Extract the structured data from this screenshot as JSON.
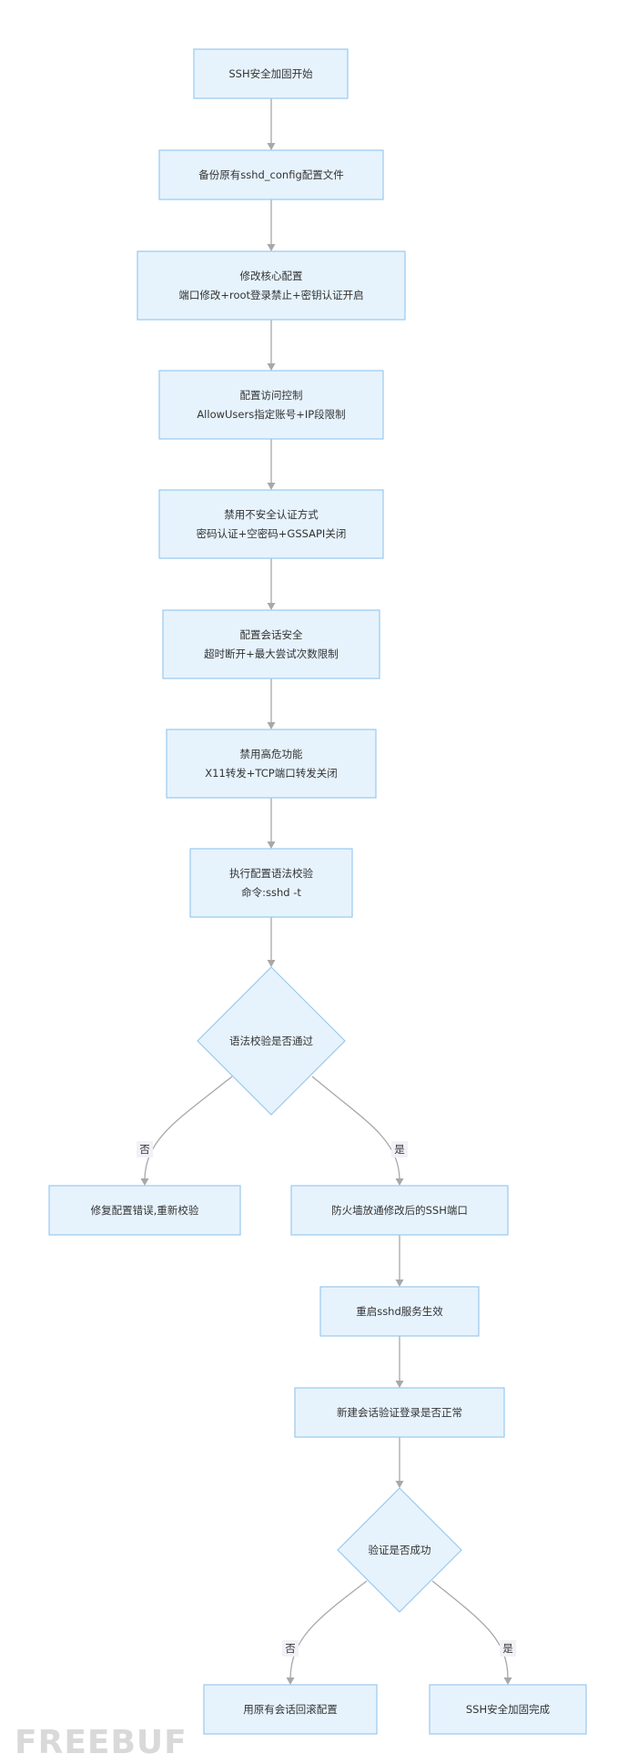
{
  "diagram": {
    "nodes": [
      {
        "id": "start",
        "lines": [
          "SSH安全加固开始"
        ]
      },
      {
        "id": "backup",
        "lines": [
          "备份原有sshd_config配置文件"
        ]
      },
      {
        "id": "core",
        "lines": [
          "修改核心配置",
          "端口修改+root登录禁止+密钥认证开启"
        ]
      },
      {
        "id": "access",
        "lines": [
          "配置访问控制",
          "AllowUsers指定账号+IP段限制"
        ]
      },
      {
        "id": "auth",
        "lines": [
          "禁用不安全认证方式",
          "密码认证+空密码+GSSAPI关闭"
        ]
      },
      {
        "id": "session",
        "lines": [
          "配置会话安全",
          "超时断开+最大尝试次数限制"
        ]
      },
      {
        "id": "danger",
        "lines": [
          "禁用高危功能",
          "X11转发+TCP端口转发关闭"
        ]
      },
      {
        "id": "check",
        "lines": [
          "执行配置语法校验",
          "命令:sshd -t"
        ]
      },
      {
        "id": "syntax_ok",
        "lines": [
          "语法校验是否通过"
        ]
      },
      {
        "id": "fix",
        "lines": [
          "修复配置错误,重新校验"
        ]
      },
      {
        "id": "firewall",
        "lines": [
          "防火墙放通修改后的SSH端口"
        ]
      },
      {
        "id": "restart",
        "lines": [
          "重启sshd服务生效"
        ]
      },
      {
        "id": "verify",
        "lines": [
          "新建会话验证登录是否正常"
        ]
      },
      {
        "id": "success_q",
        "lines": [
          "验证是否成功"
        ]
      },
      {
        "id": "rollback",
        "lines": [
          "用原有会话回滚配置"
        ]
      },
      {
        "id": "done",
        "lines": [
          "SSH安全加固完成"
        ]
      }
    ],
    "edges": [
      {
        "from": "start",
        "to": "backup",
        "label": ""
      },
      {
        "from": "backup",
        "to": "core",
        "label": ""
      },
      {
        "from": "core",
        "to": "access",
        "label": ""
      },
      {
        "from": "access",
        "to": "auth",
        "label": ""
      },
      {
        "from": "auth",
        "to": "session",
        "label": ""
      },
      {
        "from": "session",
        "to": "danger",
        "label": ""
      },
      {
        "from": "danger",
        "to": "check",
        "label": ""
      },
      {
        "from": "check",
        "to": "syntax_ok",
        "label": ""
      },
      {
        "from": "syntax_ok",
        "to": "fix",
        "label": "否"
      },
      {
        "from": "syntax_ok",
        "to": "firewall",
        "label": "是"
      },
      {
        "from": "firewall",
        "to": "restart",
        "label": ""
      },
      {
        "from": "restart",
        "to": "verify",
        "label": ""
      },
      {
        "from": "verify",
        "to": "success_q",
        "label": ""
      },
      {
        "from": "success_q",
        "to": "rollback",
        "label": "否"
      },
      {
        "from": "success_q",
        "to": "done",
        "label": "是"
      }
    ]
  },
  "watermark": {
    "text": "FREEBUF"
  },
  "colors": {
    "node_fill": "#e6f3fd",
    "node_stroke": "#9ac9ee",
    "edge": "#a8a8a8",
    "label_bg": "#f3f0f7"
  }
}
